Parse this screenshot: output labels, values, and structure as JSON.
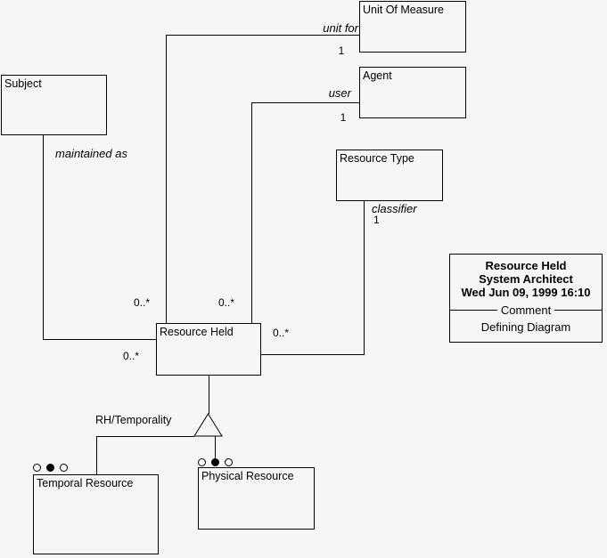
{
  "colors": {
    "diagram_bg": "#f6f6f6",
    "line_color": "#000000",
    "text_color": "#000000"
  },
  "boxes": {
    "unit_of_measure": {
      "label": "Unit Of Measure"
    },
    "agent": {
      "label": "Agent"
    },
    "subject": {
      "label": "Subject"
    },
    "resource_type": {
      "label": "Resource Type"
    },
    "resource_held": {
      "label": "Resource Held"
    },
    "temporal_resource": {
      "label": "Temporal Resource"
    },
    "physical_resource": {
      "label": "Physical Resource"
    }
  },
  "labels": {
    "unit_for": "unit for",
    "user": "user",
    "maintained_as": "maintained as",
    "classifier": "classifier",
    "rh_temporality": "RH/Temporality",
    "mult_unit_for": "0..*",
    "mult_user": "0..*",
    "mult_classifier": "0..*",
    "mult_maintained_as": "0..*",
    "one_unit_for": "1",
    "one_user": "1",
    "one_classifier": "1"
  },
  "icons": {
    "generalization_triangle": "triangle-up-outline",
    "subtype_open_circle": "circle-outline",
    "subtype_filled_circle": "circle-filled"
  },
  "comment_box": {
    "title": "Resource Held",
    "subtitle": "System Architect",
    "timestamp": "Wed Jun 09, 1999  16:10",
    "separator_label": "Comment",
    "body": "Defining Diagram"
  }
}
